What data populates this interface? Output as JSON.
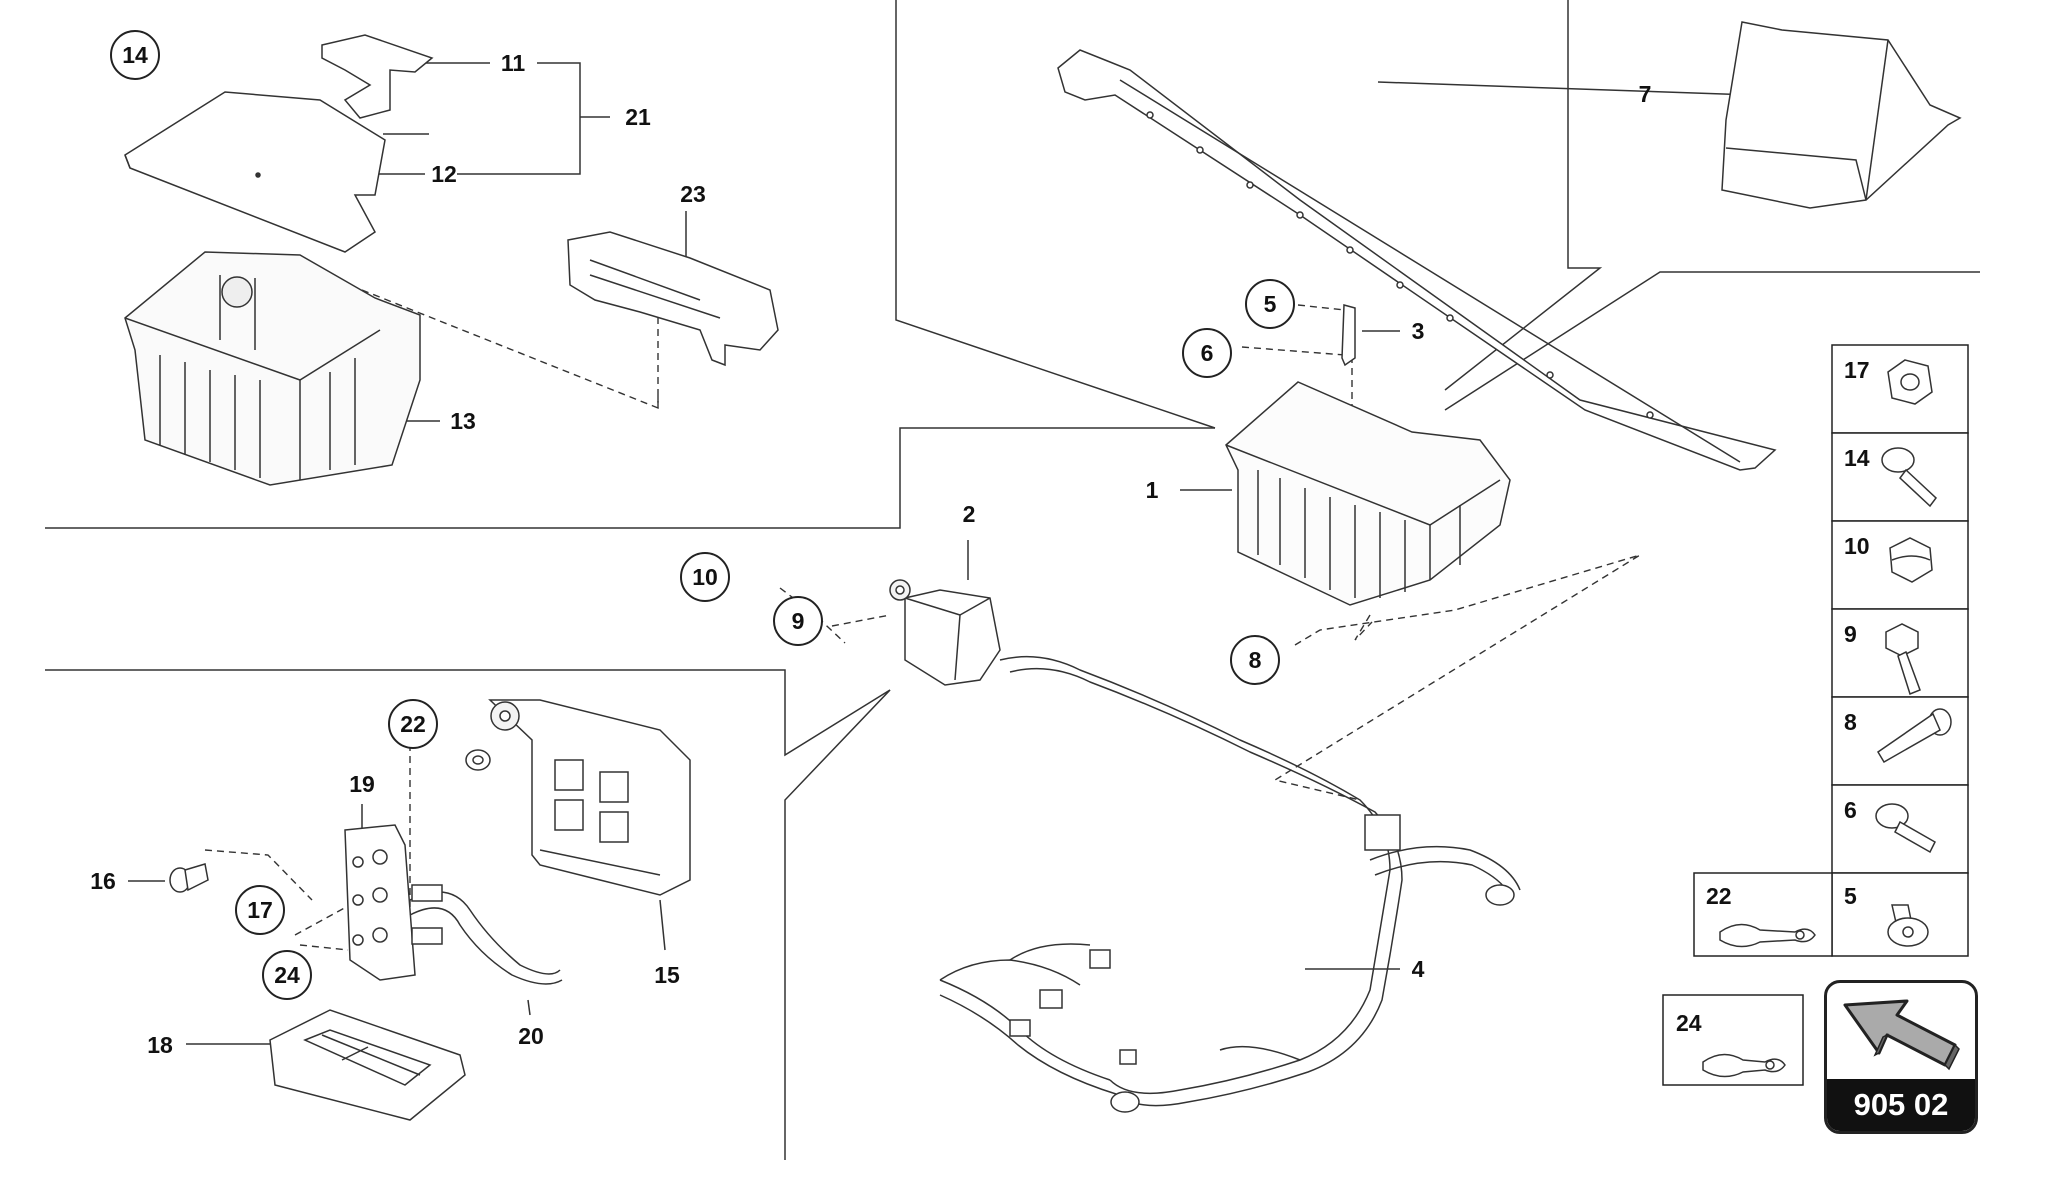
{
  "diagram": {
    "callouts": {
      "c1": "1",
      "c2": "2",
      "c3": "3",
      "c4": "4",
      "c5": "5",
      "c6": "6",
      "c7": "7",
      "c8": "8",
      "c9": "9",
      "c10": "10",
      "c11": "11",
      "c12": "12",
      "c13": "13",
      "c14": "14",
      "c15": "15",
      "c16": "16",
      "c17": "17",
      "c18": "18",
      "c19": "19",
      "c20": "20",
      "c21": "21",
      "c22": "22",
      "c23": "23",
      "c24": "24"
    },
    "legend": [
      {
        "label": "17",
        "icon": "lock-nut-icon"
      },
      {
        "label": "14",
        "icon": "flange-bolt-icon"
      },
      {
        "label": "10",
        "icon": "cap-nut-icon"
      },
      {
        "label": "9",
        "icon": "hex-bolt-icon"
      },
      {
        "label": "8",
        "icon": "socket-bolt-icon"
      },
      {
        "label": "6",
        "icon": "flange-screw-icon"
      },
      {
        "label": "22",
        "icon": "cable-lug-icon"
      },
      {
        "label": "5",
        "icon": "torx-bolt-icon"
      },
      {
        "label": "24",
        "icon": "cable-lug-icon"
      }
    ],
    "reference_code": "905 02"
  }
}
